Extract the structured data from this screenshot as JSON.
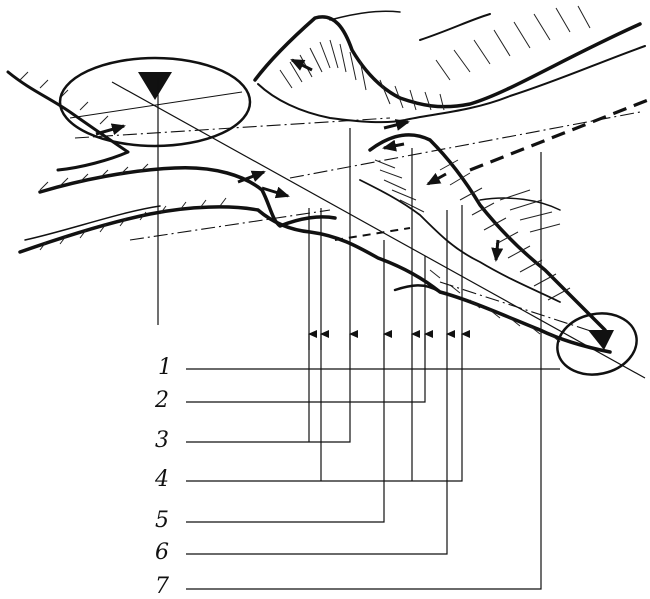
{
  "figure": {
    "callouts": [
      {
        "label": "1"
      },
      {
        "label": "2"
      },
      {
        "label": "3"
      },
      {
        "label": "4"
      },
      {
        "label": "5"
      },
      {
        "label": "6"
      },
      {
        "label": "7"
      }
    ],
    "ink_color": "#111111",
    "background": "#ffffff"
  }
}
